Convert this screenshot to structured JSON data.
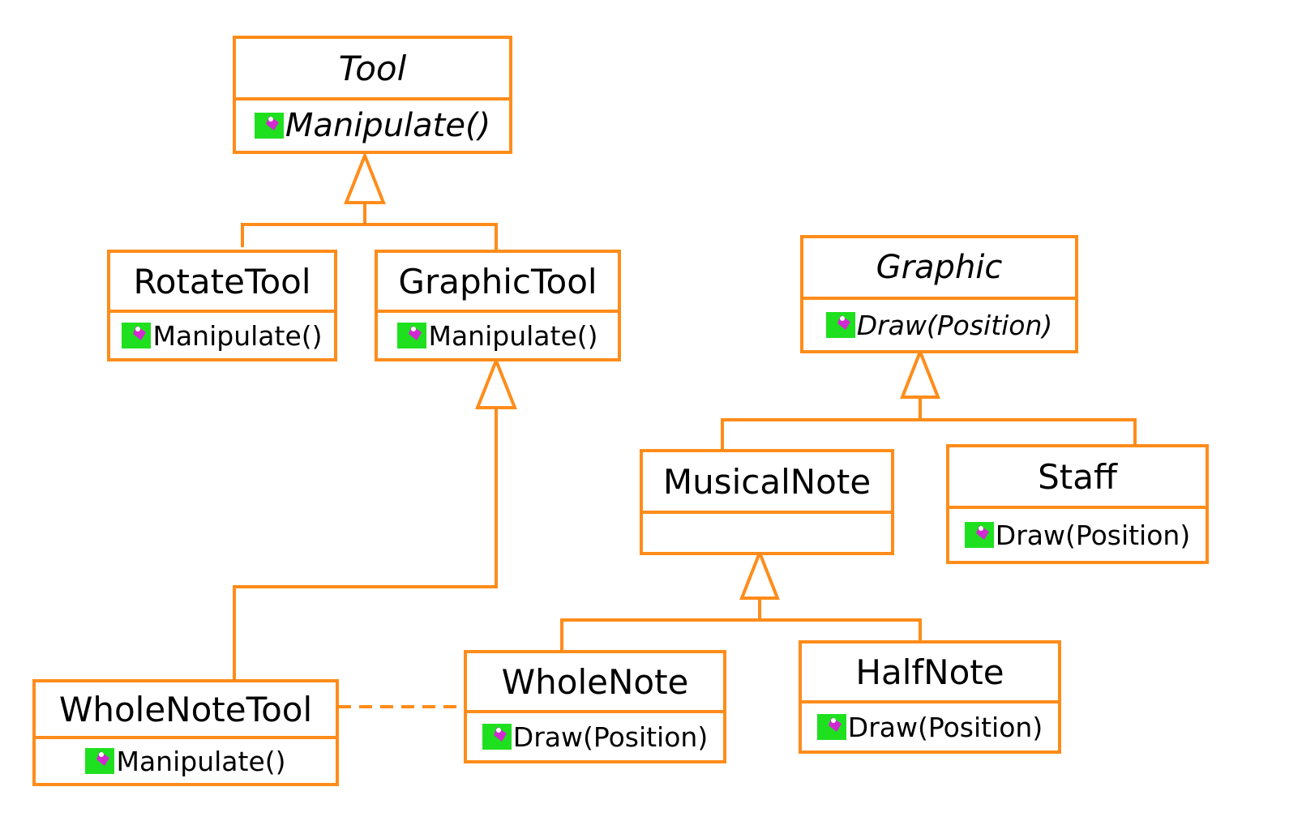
{
  "diagram": {
    "line_color": "#ff8c1a",
    "icon_color": "#1fe01f",
    "icon_mark_color": "#d02ad0",
    "classes": {
      "tool": {
        "name": "Tool",
        "abstract": true,
        "operation": "Manipulate()"
      },
      "rotate_tool": {
        "name": "RotateTool",
        "abstract": false,
        "operation": "Manipulate()"
      },
      "graphic_tool": {
        "name": "GraphicTool",
        "abstract": false,
        "operation": "Manipulate()"
      },
      "whole_note_tool": {
        "name": "WholeNoteTool",
        "abstract": false,
        "operation": "Manipulate()"
      },
      "graphic": {
        "name": "Graphic",
        "abstract": true,
        "operation": "Draw(Position)"
      },
      "musical_note": {
        "name": "MusicalNote",
        "abstract": false,
        "operation": ""
      },
      "staff": {
        "name": "Staff",
        "abstract": false,
        "operation": "Draw(Position)"
      },
      "whole_note": {
        "name": "WholeNote",
        "abstract": false,
        "operation": "Draw(Position)"
      },
      "half_note": {
        "name": "HalfNote",
        "abstract": false,
        "operation": "Draw(Position)"
      }
    },
    "relations": [
      {
        "type": "generalization",
        "parent": "Tool",
        "children": [
          "RotateTool",
          "GraphicTool"
        ]
      },
      {
        "type": "generalization",
        "parent": "GraphicTool",
        "children": [
          "WholeNoteTool"
        ]
      },
      {
        "type": "generalization",
        "parent": "Graphic",
        "children": [
          "MusicalNote",
          "Staff"
        ]
      },
      {
        "type": "generalization",
        "parent": "MusicalNote",
        "children": [
          "WholeNote",
          "HalfNote"
        ]
      },
      {
        "type": "dependency",
        "from": "WholeNoteTool",
        "to": "WholeNote"
      }
    ]
  }
}
